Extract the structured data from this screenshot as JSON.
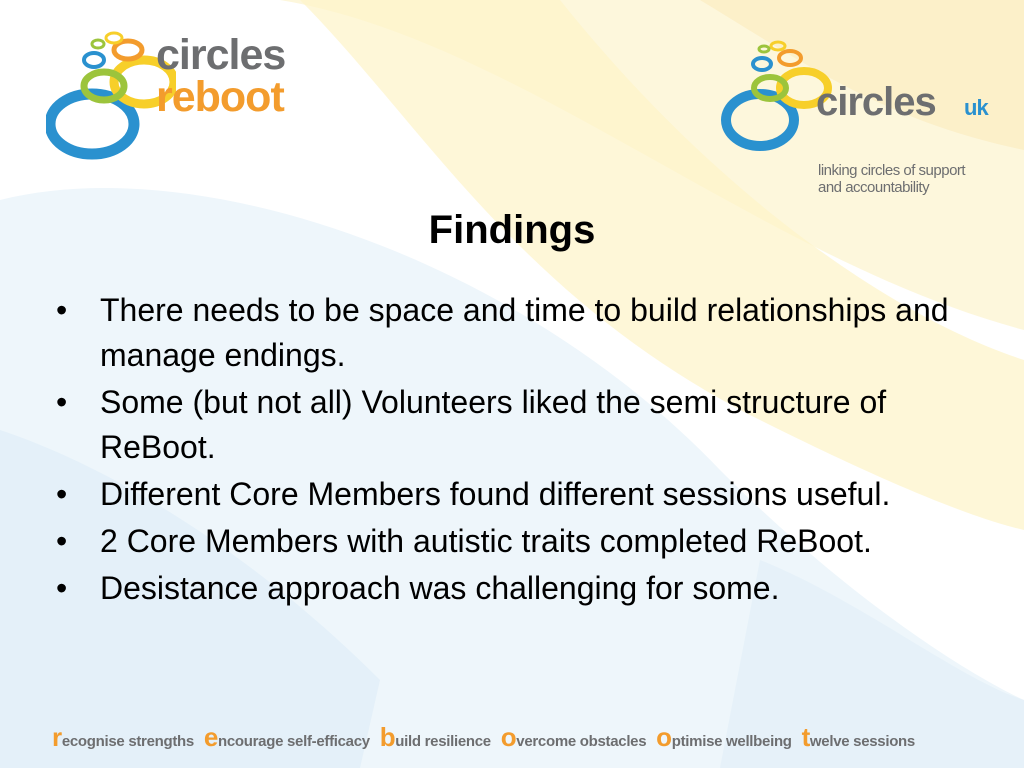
{
  "logos": {
    "left": {
      "line1": "circles",
      "line2": "reboot"
    },
    "right": {
      "name": "circles",
      "suffix": "uk",
      "tagline": "linking circles of support and accountability"
    }
  },
  "slide": {
    "title": "Findings",
    "bullet_marker": "•",
    "bullets": [
      "There needs to be space and time to build relationships and manage endings.",
      "Some (but not all) Volunteers liked the semi structure of ReBoot.",
      "Different Core Members found different sessions useful.",
      "2 Core Members with autistic traits completed ReBoot.",
      "Desistance approach was challenging for some."
    ]
  },
  "footer": {
    "items": [
      {
        "letter": "r",
        "rest": "ecognise strengths"
      },
      {
        "letter": "e",
        "rest": "ncourage self-efficacy"
      },
      {
        "letter": "b",
        "rest": "uild resilience"
      },
      {
        "letter": "o",
        "rest": "vercome obstacles"
      },
      {
        "letter": "o",
        "rest": "ptimise wellbeing"
      },
      {
        "letter": "t",
        "rest": "welve sessions"
      }
    ]
  },
  "colors": {
    "orange": "#f39c2d",
    "yellow": "#f7cf2a",
    "blue": "#2a91cf",
    "green": "#9cc43c",
    "grey": "#6d6e70"
  }
}
